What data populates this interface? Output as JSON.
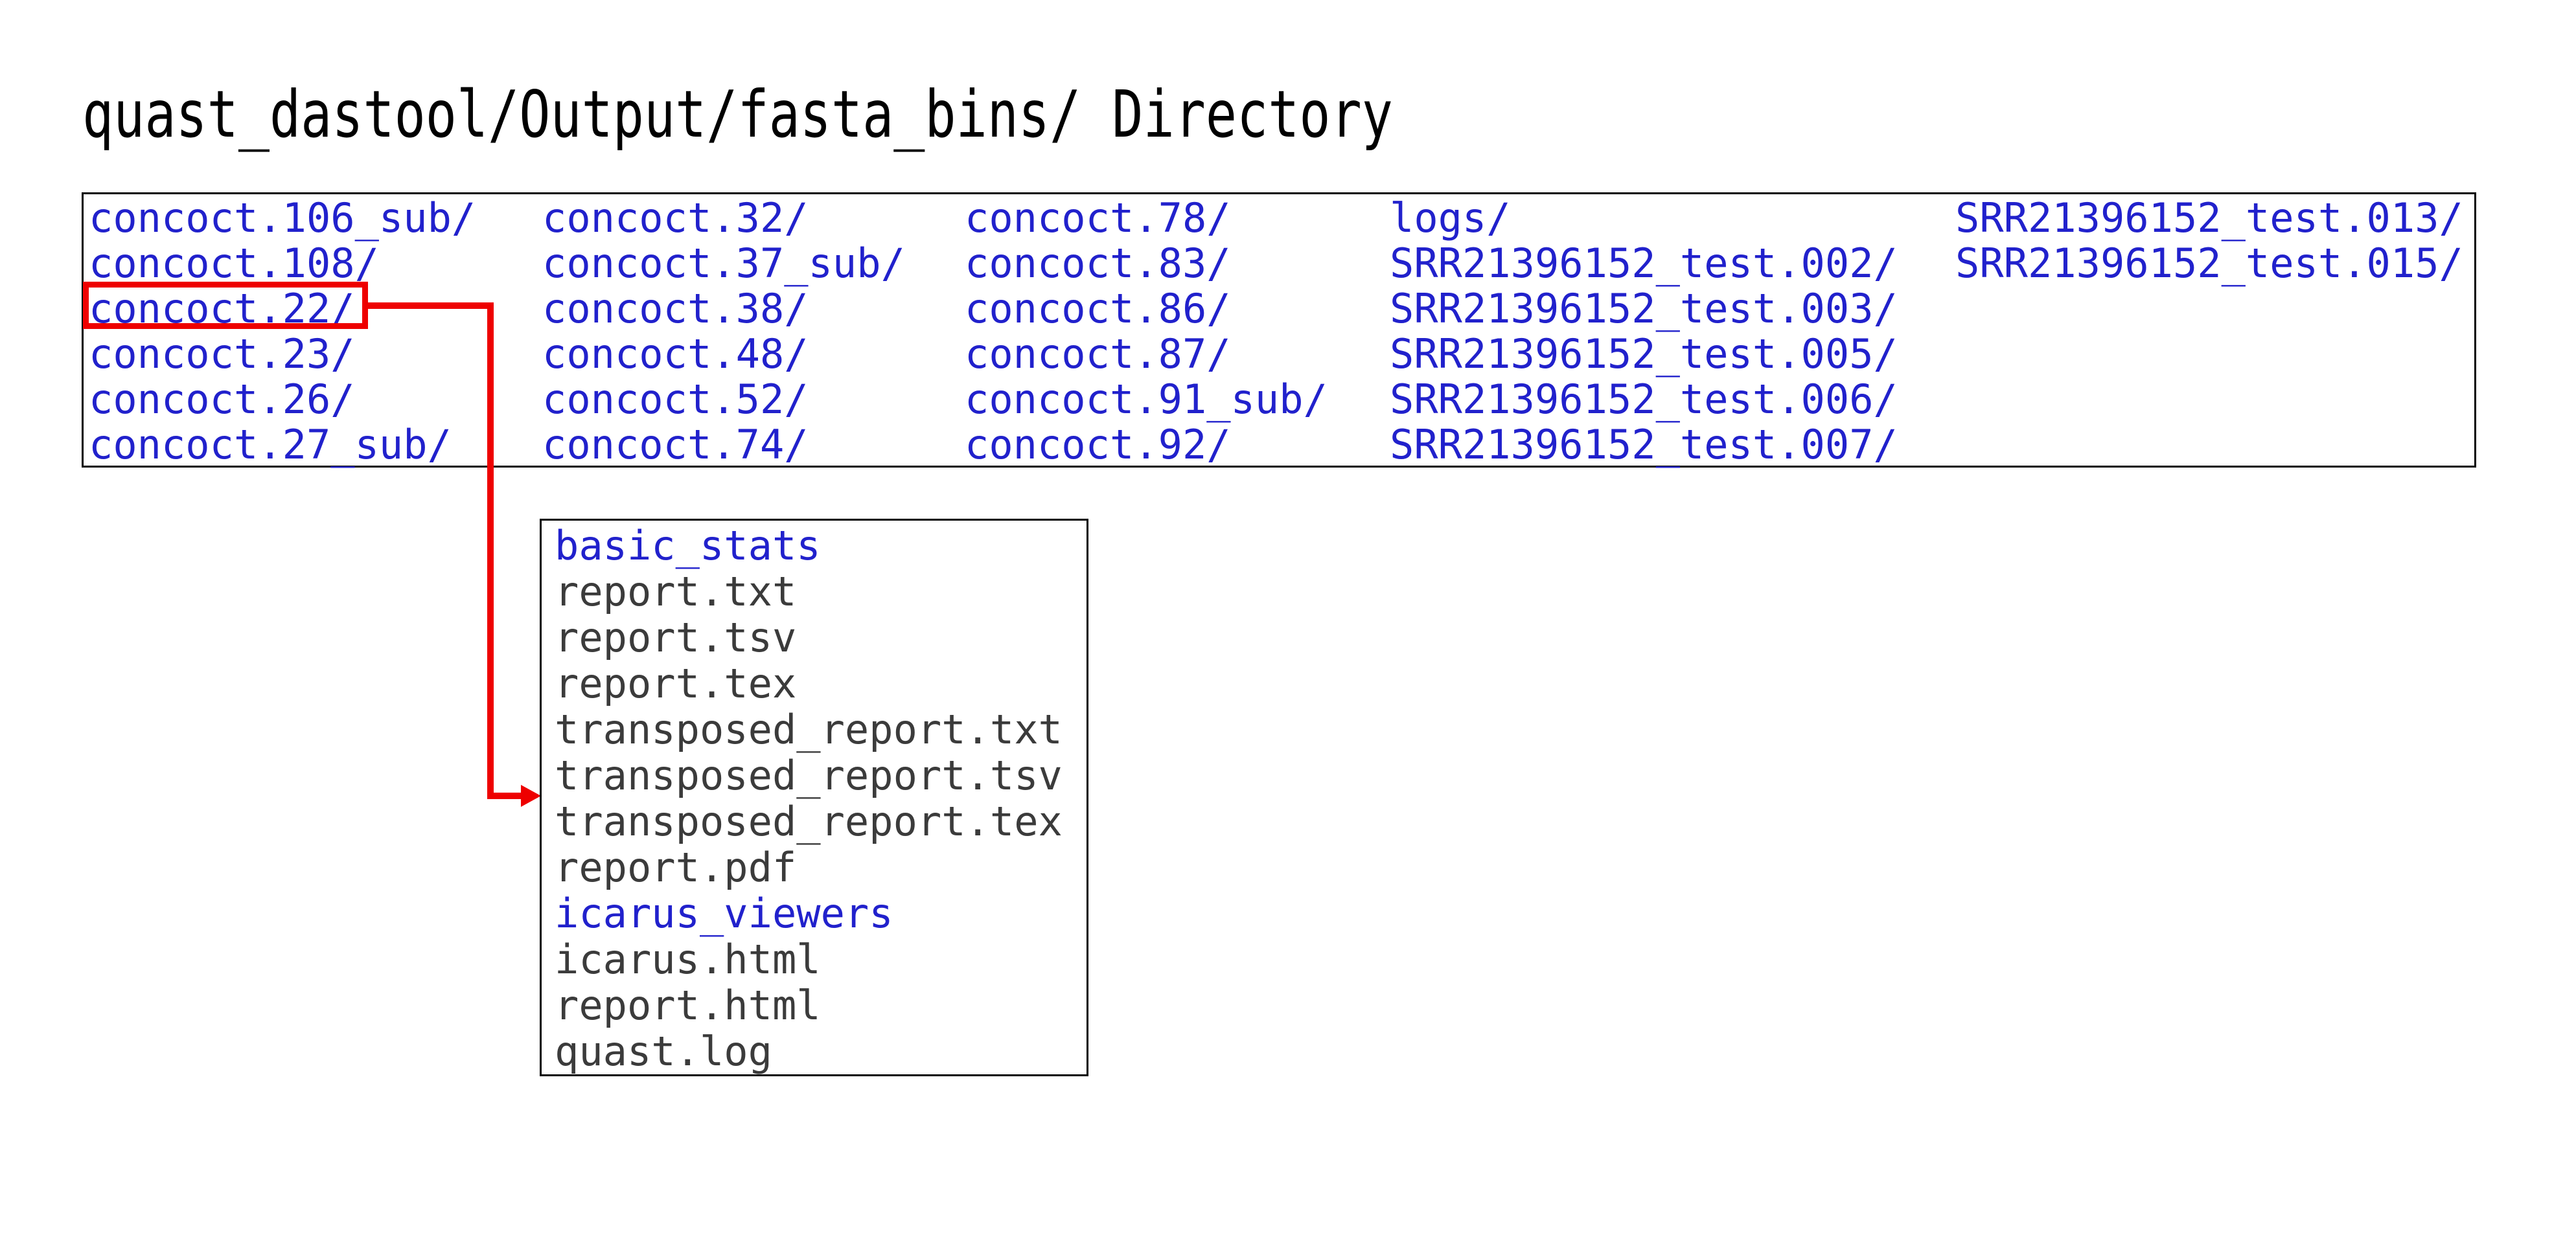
{
  "page": {
    "title": "quast_dastool/Output/fasta_bins/ Directory"
  },
  "colors": {
    "directory_text": "#2121cc",
    "file_text": "#3b3b3b",
    "highlight_red": "#ee0000",
    "box_border": "#000000"
  },
  "directory_listing": {
    "highlighted_entry": "concoct.22/",
    "columns": [
      {
        "items": [
          "concoct.106_sub/",
          "concoct.108/",
          "concoct.22/",
          "concoct.23/",
          "concoct.26/",
          "concoct.27_sub/"
        ]
      },
      {
        "items": [
          "concoct.32/",
          "concoct.37_sub/",
          "concoct.38/",
          "concoct.48/",
          "concoct.52/",
          "concoct.74/"
        ]
      },
      {
        "items": [
          "concoct.78/",
          "concoct.83/",
          "concoct.86/",
          "concoct.87/",
          "concoct.91_sub/",
          "concoct.92/"
        ]
      },
      {
        "items": [
          "logs/",
          "SRR21396152_test.002/",
          "SRR21396152_test.003/",
          "SRR21396152_test.005/",
          "SRR21396152_test.006/",
          "SRR21396152_test.007/"
        ]
      },
      {
        "items": [
          "SRR21396152_test.013/",
          "SRR21396152_test.015/"
        ]
      }
    ]
  },
  "subdirectory_listing": {
    "parent": "concoct.22/",
    "items": [
      {
        "label": "basic_stats",
        "type": "directory"
      },
      {
        "label": "report.txt",
        "type": "file"
      },
      {
        "label": "report.tsv",
        "type": "file"
      },
      {
        "label": "report.tex",
        "type": "file"
      },
      {
        "label": "transposed_report.txt",
        "type": "file"
      },
      {
        "label": "transposed_report.tsv",
        "type": "file"
      },
      {
        "label": "transposed_report.tex",
        "type": "file"
      },
      {
        "label": "report.pdf",
        "type": "file"
      },
      {
        "label": "icarus_viewers",
        "type": "directory"
      },
      {
        "label": "icarus.html",
        "type": "file"
      },
      {
        "label": "report.html",
        "type": "file"
      },
      {
        "label": "quast.log",
        "type": "file"
      }
    ]
  }
}
